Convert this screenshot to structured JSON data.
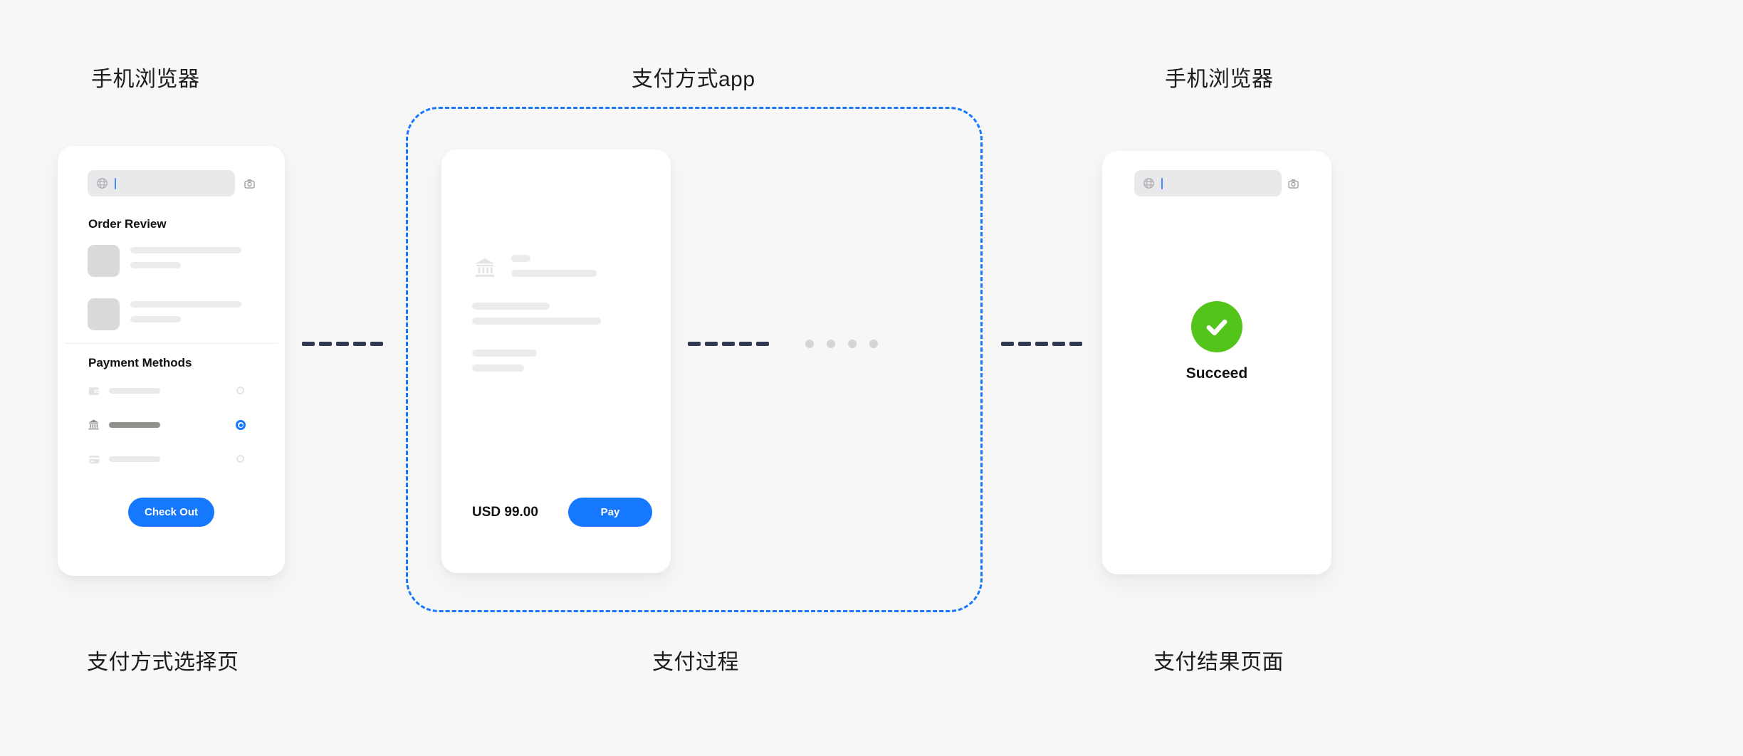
{
  "labels": {
    "top": [
      "手机浏览器",
      "支付方式app",
      "手机浏览器"
    ],
    "bottom": [
      "支付方式选择页",
      "支付过程",
      "支付结果页面"
    ]
  },
  "selection_page": {
    "order_review_heading": "Order Review",
    "payment_methods_heading": "Payment Methods",
    "checkout_button": "Check Out",
    "payment_rows": [
      {
        "icon": "wallet-icon",
        "selected": false
      },
      {
        "icon": "bank-icon",
        "selected": true
      },
      {
        "icon": "card-icon",
        "selected": false
      }
    ]
  },
  "payment_app": {
    "amount": "USD 99.00",
    "pay_button": "Pay",
    "header_icon": "bank-icon",
    "progress_dots_count": 4
  },
  "result_page": {
    "status": "Succeed",
    "result_icon": "check-circle-icon"
  },
  "icons": {
    "address_bar_left": "globe-icon",
    "address_bar_right": "camera-icon",
    "address_bar_cursor": "text-cursor"
  },
  "colors": {
    "background": "#f7f7f8",
    "accent_blue": "#1677ff",
    "success_green": "#52c41a",
    "connector_dash": "#2f3a50",
    "dashed_boundary": "#1677ff",
    "skeleton": "#ececec",
    "selected_skeleton": "#90908a"
  }
}
